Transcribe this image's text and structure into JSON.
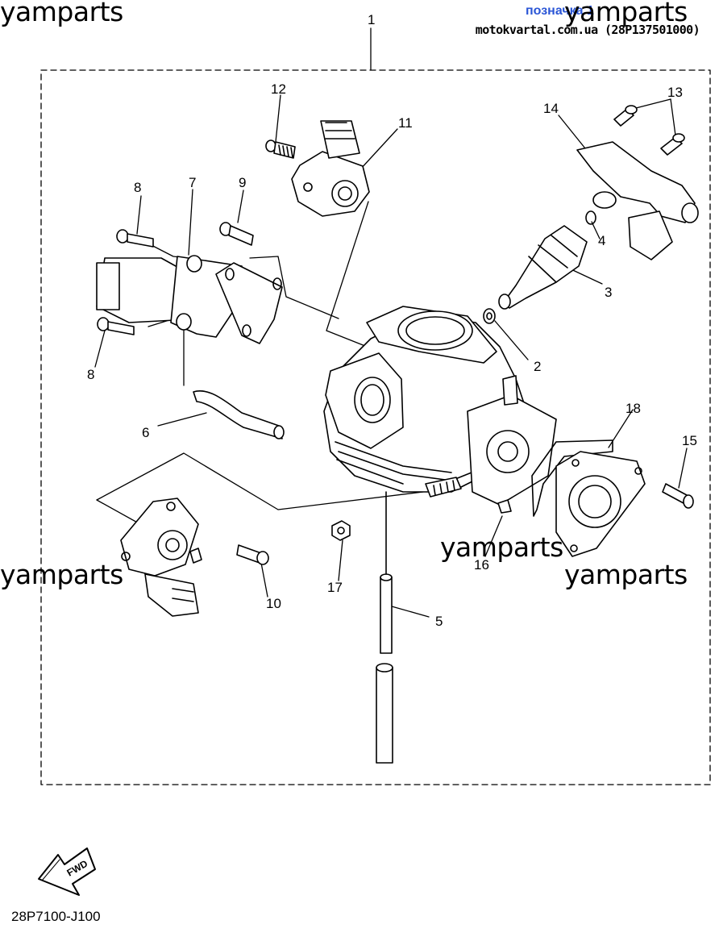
{
  "header": {
    "link_label": "позначка 1",
    "site": "motokvartal.com.ua (28P137501000)"
  },
  "watermarks": [
    "yamparts",
    "yamparts",
    "yamparts",
    "yamparts",
    "yamparts"
  ],
  "fwd_label": "FWD",
  "diagram_code": "28P7100-J100",
  "callouts": [
    "1",
    "2",
    "3",
    "4",
    "5",
    "6",
    "7",
    "8",
    "8",
    "9",
    "10",
    "11",
    "12",
    "13",
    "14",
    "15",
    "16",
    "17",
    "18"
  ]
}
